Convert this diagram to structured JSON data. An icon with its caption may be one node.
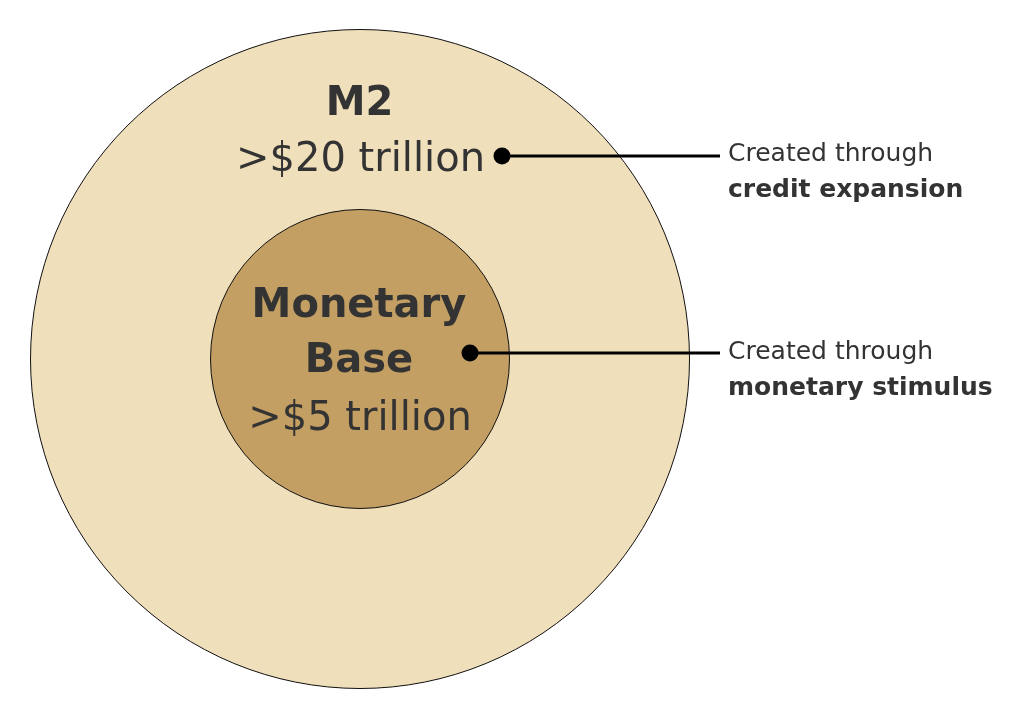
{
  "diagram": {
    "nodes": [
      {
        "text": [
          "M2",
          ">$20 trillion"
        ]
      },
      {
        "text": [
          "Monetary Base",
          ">$5 trillion"
        ],
        "in": 0
      },
      {
        "text": [
          "Created through **credit expansion**"
        ]
      },
      {
        "text": [
          "Created through **monetary stimulus**"
        ]
      }
    ],
    "edges": [
      {
        "from": 2,
        "to": 0,
        "arrow": "other"
      },
      {
        "from": 3,
        "to": 1,
        "arrow": "other"
      }
    ]
  }
}
